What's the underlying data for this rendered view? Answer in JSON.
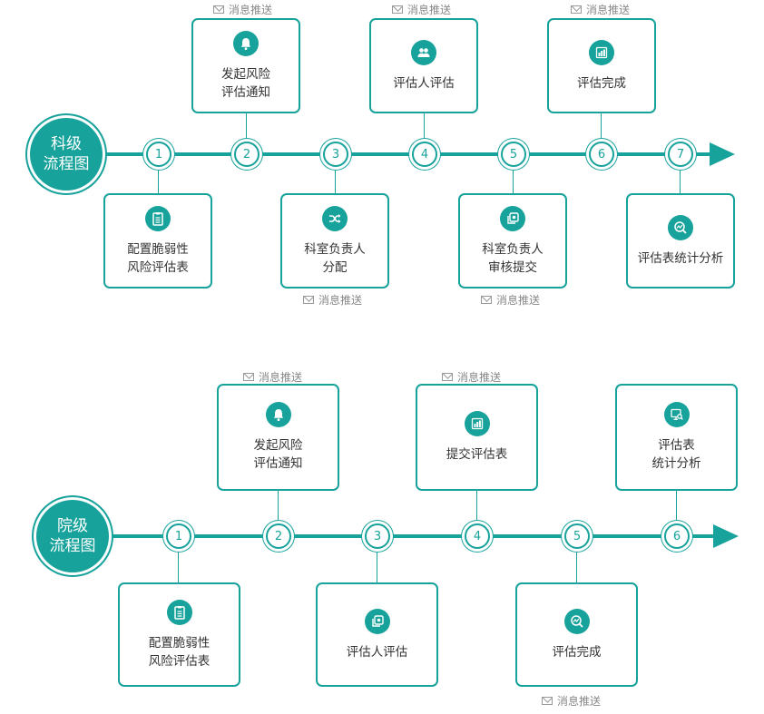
{
  "flows": [
    {
      "title": "科级\n流程图",
      "nodes": [
        "1",
        "2",
        "3",
        "4",
        "5",
        "6",
        "7"
      ],
      "steps": [
        {
          "label": "配置脆弱性\n风险评估表",
          "icon": "clipboard-icon"
        },
        {
          "label": "发起风险\n评估通知",
          "icon": "bell-icon"
        },
        {
          "label": "科室负责人\n分配",
          "icon": "shuffle-icon"
        },
        {
          "label": "评估人评估",
          "icon": "users-icon"
        },
        {
          "label": "科室负责人\n审核提交",
          "icon": "gear-frame-icon"
        },
        {
          "label": "评估完成",
          "icon": "bar-chart-icon"
        },
        {
          "label": "评估表统计分析",
          "icon": "analytics-icon"
        }
      ],
      "messages": [
        "消息推送",
        "消息推送",
        "消息推送",
        "消息推送",
        "消息推送"
      ]
    },
    {
      "title": "院级\n流程图",
      "nodes": [
        "1",
        "2",
        "3",
        "4",
        "5",
        "6"
      ],
      "steps": [
        {
          "label": "配置脆弱性\n风险评估表",
          "icon": "clipboard-icon"
        },
        {
          "label": "发起风险\n评估通知",
          "icon": "bell-icon"
        },
        {
          "label": "评估人评估",
          "icon": "gear-frame-icon"
        },
        {
          "label": "提交评估表",
          "icon": "bar-chart-icon"
        },
        {
          "label": "评估完成",
          "icon": "analytics-icon"
        },
        {
          "label": "评估表\n统计分析",
          "icon": "screen-search-icon"
        }
      ],
      "messages": [
        "消息推送",
        "消息推送",
        "消息推送"
      ]
    }
  ],
  "colors": {
    "accent": "#17a29b",
    "text": "#333333",
    "muted": "#888888"
  }
}
